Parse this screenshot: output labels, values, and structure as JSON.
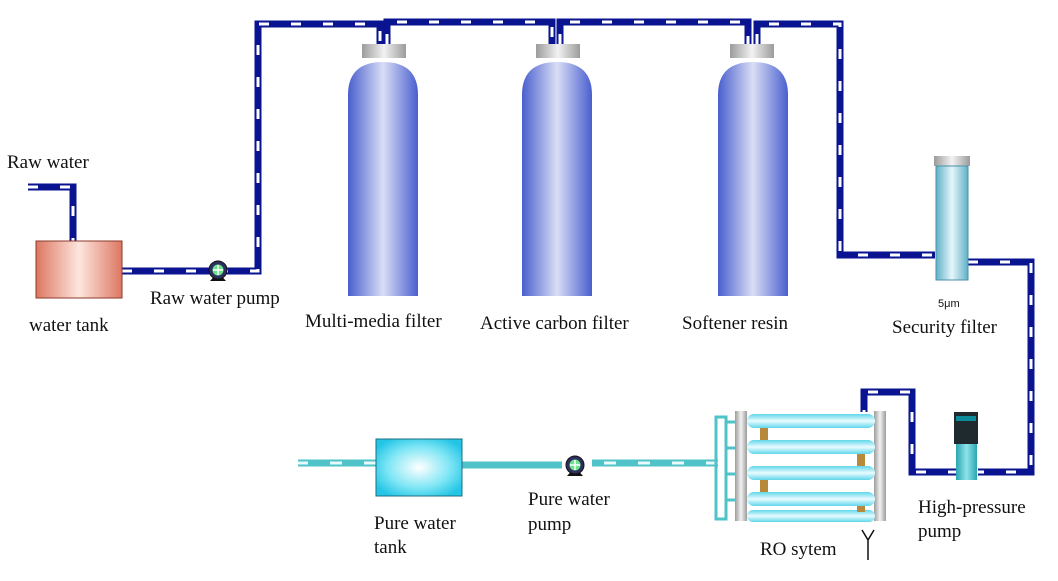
{
  "labels": {
    "raw_water": "Raw water",
    "water_tank": "water tank",
    "raw_water_pump": "Raw water pump",
    "multi_media_filter": "Multi-media filter",
    "active_carbon_filter": "Active carbon filter",
    "softener_resin": "Softener resin",
    "security_filter": "Security filter",
    "micron_rating": "5μm",
    "high_pressure_pump_line1": "High-pressure",
    "high_pressure_pump_line2": "pump",
    "ro_system": "RO sytem",
    "pure_water_pump_line1": "Pure water",
    "pure_water_pump_line2": "pump",
    "pure_water_tank_line1": "Pure water",
    "pure_water_tank_line2": "tank"
  },
  "colors": {
    "main_pipe": "#0a1490",
    "product_pipe": "#4fc3c8",
    "raw_tank": "#e7866e",
    "pure_tank": "#43d6ee",
    "filter_vessel": "#6f7fd8",
    "ro_membrane": "#8fe9f5"
  }
}
